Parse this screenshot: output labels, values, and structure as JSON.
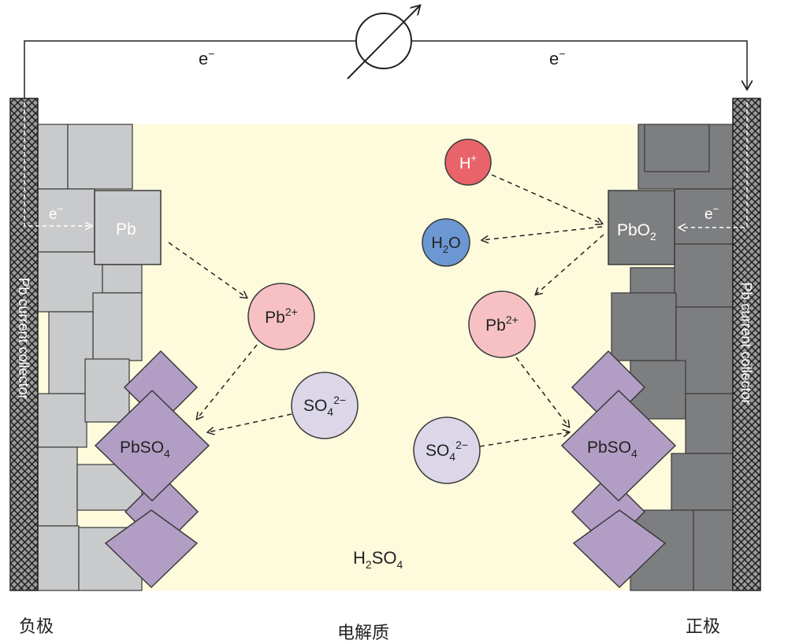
{
  "circuit": {
    "electron_left": "e",
    "electron_right": "e",
    "electron_sup": "−"
  },
  "negative": {
    "collector_label": "Pb current collector",
    "electron_label": "e",
    "electron_sup": "−",
    "pb_label": "Pb",
    "pbso4_label": "PbSO",
    "pbso4_sub": "4",
    "caption": "负极"
  },
  "positive": {
    "collector_label": "Pb current collector",
    "electron_label": "e",
    "electron_sup": "−",
    "pbo2_label": "PbO",
    "pbo2_sub": "2",
    "pbso4_label": "PbSO",
    "pbso4_sub": "4",
    "caption": "正极"
  },
  "electrolyte": {
    "label": "H",
    "label_sub1": "2",
    "label_mid": "SO",
    "label_sub2": "4",
    "caption": "电解质"
  },
  "ions": {
    "pb2_left": {
      "base": "Pb",
      "sup": "2+"
    },
    "so4_left": {
      "base": "SO",
      "sub": "4",
      "sup": "2−"
    },
    "h_plus": {
      "base": "H",
      "sup": "+"
    },
    "h2o": {
      "base": "H",
      "sub": "2",
      "tail": "O"
    },
    "pb2_right": {
      "base": "Pb",
      "sup": "2+"
    },
    "so4_right": {
      "base": "SO",
      "sub": "4",
      "sup": "2−"
    }
  },
  "colors": {
    "electrolyte": "#fefbdd",
    "neg_block": "#c9cacc",
    "pos_block": "#7d7e80",
    "pbso4": "#b29ec5",
    "pb_ion": "#f7c1c3",
    "so4_ion": "#dcd7e8",
    "h_ion": "#e9636b",
    "h2o_ion": "#6b97d3"
  }
}
